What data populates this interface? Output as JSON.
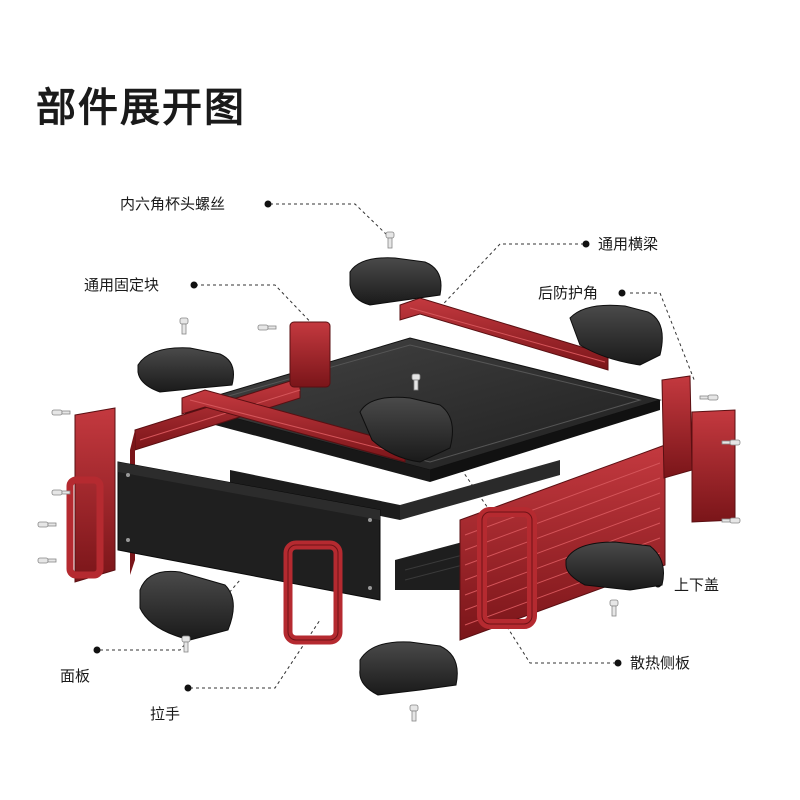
{
  "title": "部件展开图",
  "labels": {
    "screw": "内六角杯头螺丝",
    "beam": "通用横梁",
    "block": "通用固定块",
    "corner": "后防护角",
    "cover": "上下盖",
    "panel": "面板",
    "heatsink": "散热侧板",
    "handle": "拉手"
  },
  "colors": {
    "red": "#9e1f25",
    "red_dark": "#6e1216",
    "red_light": "#c4393f",
    "black": "#262626",
    "black_dark": "#141414",
    "gray": "#3a3a3a"
  }
}
